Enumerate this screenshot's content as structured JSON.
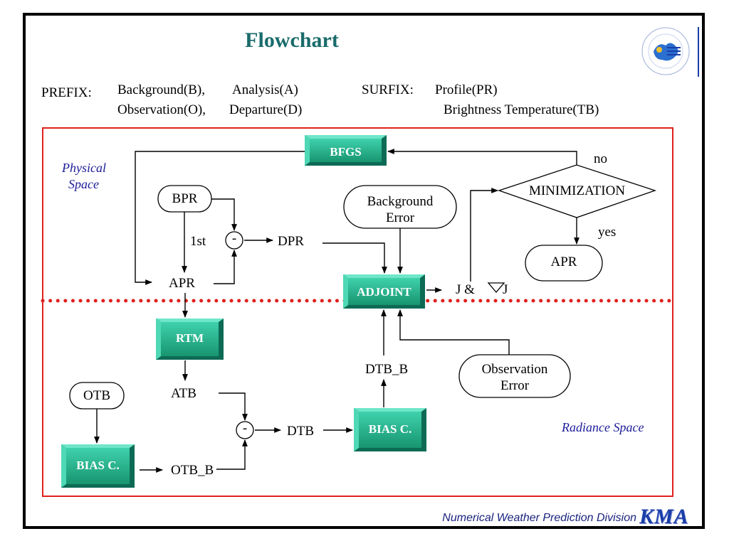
{
  "title": "Flowchart",
  "prefix": {
    "label": "PREFIX:",
    "items": [
      "Background(B),",
      "Analysis(A)",
      "Observation(O),",
      "Departure(D)"
    ]
  },
  "surfix": {
    "label": "SURFIX:",
    "items": [
      "Profile(PR)",
      "Brightness Temperature(TB)"
    ]
  },
  "regions": {
    "physical_line1": "Physical",
    "physical_line2": "Space",
    "radiance": "Radiance Space"
  },
  "nodes": {
    "bfgs": "BFGS",
    "bpr": "BPR",
    "first": "1st",
    "minus": "-",
    "dpr": "DPR",
    "apr_mid": "APR",
    "bg_error_line1": "Background",
    "bg_error_line2": "Error",
    "minimization": "MINIMIZATION",
    "no": "no",
    "yes": "yes",
    "apr_result": "APR",
    "adjoint": "ADJOINT",
    "j_grad_j": "J &",
    "nabla_j": "J",
    "rtm": "RTM",
    "dtb_b": "DTB_B",
    "obs_error_line1": "Observation",
    "obs_error_line2": "Error",
    "otb": "OTB",
    "atb": "ATB",
    "dtb": "DTB",
    "bias_right": "BIAS C.",
    "bias_left": "BIAS C.",
    "otb_b": "OTB_B"
  },
  "footer": {
    "division": "Numerical Weather Prediction Division",
    "logo_text": "KMA"
  },
  "colors": {
    "box_fill": "#1fa98a",
    "box_edge": "#0d6b55",
    "region_border": "#e0201c",
    "dotted_line": "#e0201c",
    "title": "#1a6b6b"
  }
}
